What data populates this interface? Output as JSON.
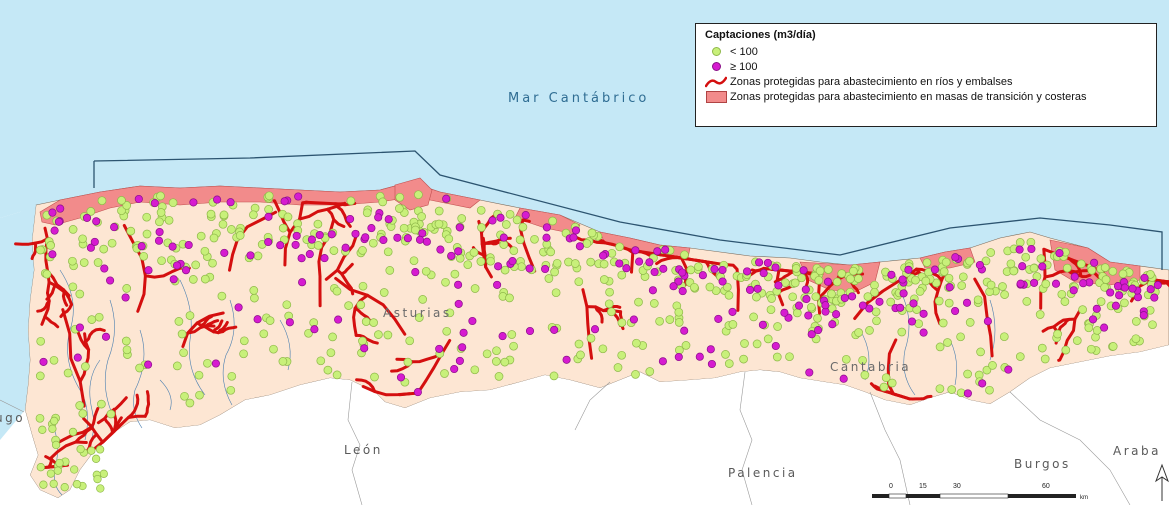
{
  "map": {
    "sea_label": "Mar Cantábrico",
    "places": {
      "asturias": "Asturias",
      "cantabria": "Cantabria",
      "leon": "León",
      "palencia": "Palencia",
      "burgos": "Burgos",
      "lugo": "Lugo",
      "araba": "Araba"
    }
  },
  "legend": {
    "title": "Captaciones (m3/día)",
    "items": {
      "lt100": "< 100",
      "ge100": "≥ 100",
      "rivers": "Zonas protegidas para abastecimiento en ríos y embalses",
      "coastal": "Zonas protegidas para abastecimiento en masas de transición y costeras"
    }
  },
  "scale": {
    "ticks": [
      "0",
      "15",
      "30",
      "60"
    ],
    "unit": "km"
  },
  "colors": {
    "sea": "#c5e8f6",
    "land": "#fde6d3",
    "outside": "#ffffff",
    "river_zone": "#d40f0f",
    "coastal_zone": "#f28b8b",
    "point_small": "#c8f07a",
    "point_large": "#d61bd0",
    "boundary": "#2c5470",
    "minor_river": "#4a7fb0"
  },
  "icons": [
    "north-arrow-icon"
  ]
}
